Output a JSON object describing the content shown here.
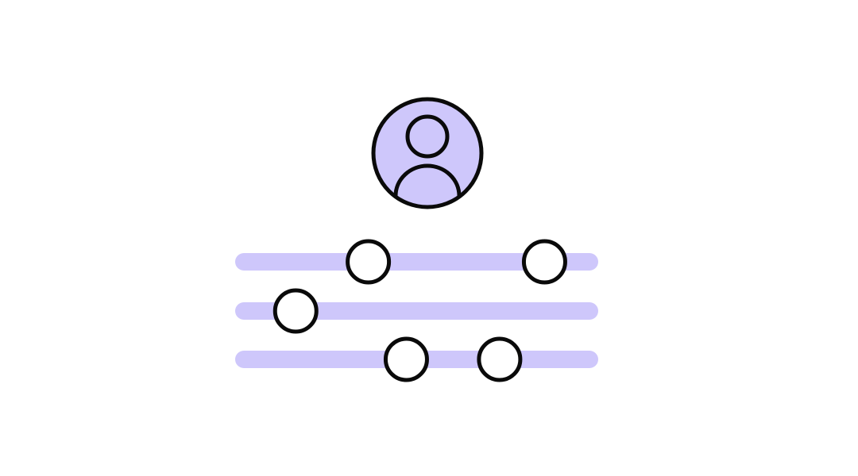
{
  "colors": {
    "background": "#ffffff",
    "accent": "#cec7fb",
    "outline": "#0a0a0a",
    "handle_fill": "#ffffff"
  },
  "avatar": {
    "icon": "user-avatar-icon"
  },
  "sliders": [
    {
      "name": "slider-1",
      "handles": [
        0.36,
        0.87
      ]
    },
    {
      "name": "slider-2",
      "handles": [
        0.15
      ]
    },
    {
      "name": "slider-3",
      "handles": [
        0.47,
        0.74
      ]
    }
  ]
}
